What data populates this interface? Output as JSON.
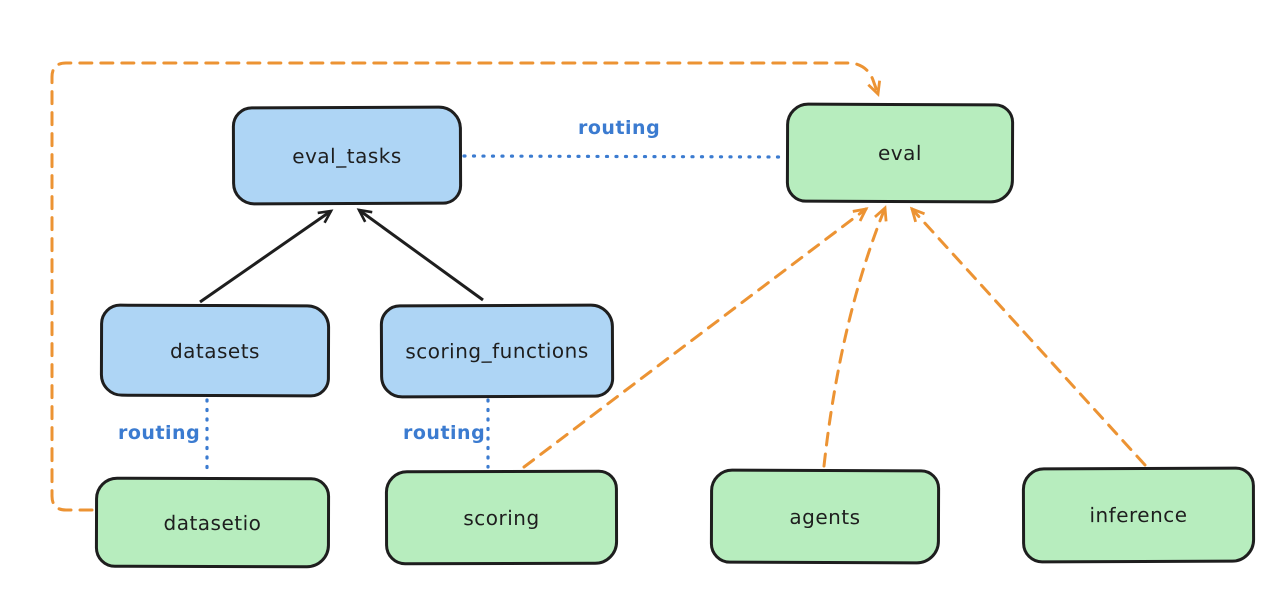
{
  "diagram": {
    "nodes": {
      "eval_tasks": {
        "label": "eval_tasks",
        "kind": "resource-registry",
        "fill": "#aed5f5"
      },
      "eval": {
        "label": "eval",
        "kind": "api-provider",
        "fill": "#b7edbe"
      },
      "datasets": {
        "label": "datasets",
        "kind": "resource-registry",
        "fill": "#aed5f5"
      },
      "scoring_functions": {
        "label": "scoring_functions",
        "kind": "resource-registry",
        "fill": "#aed5f5"
      },
      "datasetio": {
        "label": "datasetio",
        "kind": "api-provider",
        "fill": "#b7edbe"
      },
      "scoring": {
        "label": "scoring",
        "kind": "api-provider",
        "fill": "#b7edbe"
      },
      "agents": {
        "label": "agents",
        "kind": "api-provider",
        "fill": "#b7edbe"
      },
      "inference": {
        "label": "inference",
        "kind": "api-provider",
        "fill": "#b7edbe"
      }
    },
    "edges": [
      {
        "from": "datasets",
        "to": "eval_tasks",
        "style": "solid-arrow",
        "label": ""
      },
      {
        "from": "scoring_functions",
        "to": "eval_tasks",
        "style": "solid-arrow",
        "label": ""
      },
      {
        "from": "eval_tasks",
        "to": "eval",
        "style": "dotted-line",
        "label": "routing"
      },
      {
        "from": "datasets",
        "to": "datasetio",
        "style": "dotted-line",
        "label": "routing"
      },
      {
        "from": "scoring_functions",
        "to": "scoring",
        "style": "dotted-line",
        "label": "routing"
      },
      {
        "from": "datasetio",
        "to": "eval",
        "style": "dashed-arrow",
        "label": ""
      },
      {
        "from": "scoring",
        "to": "eval",
        "style": "dashed-arrow",
        "label": ""
      },
      {
        "from": "agents",
        "to": "eval",
        "style": "dashed-arrow",
        "label": ""
      },
      {
        "from": "inference",
        "to": "eval",
        "style": "dashed-arrow",
        "label": ""
      }
    ]
  },
  "colors": {
    "blue_node_fill": "#aed5f5",
    "green_node_fill": "#b7edbe",
    "node_stroke": "#1e1e1e",
    "routing_blue": "#3b7bd0",
    "dependency_orange": "#ec9333",
    "canvas_background": "#ffffff"
  }
}
